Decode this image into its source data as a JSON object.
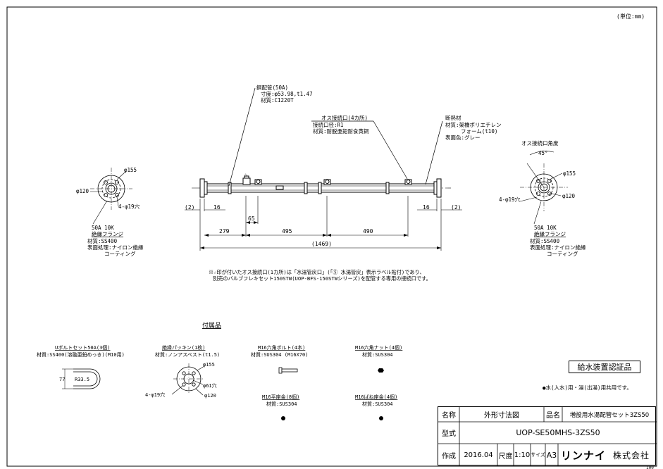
{
  "unit_note": "(単位:mm)",
  "labels": {
    "pipe_title": "銅配管(50A)",
    "pipe_size": "寸度:φ53.98,t1.47",
    "pipe_material": "材質:C1220T",
    "port_title": "オス接続口(4カ所)",
    "port_size": "接続口径:R1",
    "port_material": "材質:耐脱亜鉛耐食黄銅",
    "insul_title": "断熱材",
    "insul_material1": "材質:架橋ポリエチレン",
    "insul_material2": "フォーム(t10)",
    "insul_color": "表面色:グレー",
    "port_angle_title": "オス接続口角度",
    "angle": "45°",
    "phi155": "φ155",
    "phi120": "φ120",
    "holes": "4-φ19穴",
    "flange_title": "50A 10K",
    "flange_name": "絶縁フランジ",
    "flange_material": "材質:SS400",
    "flange_surface": "表面処理:ナイロン絶縁",
    "flange_coating": "コーティング",
    "note_line1": "※☆印が付いたオス接続口(1カ所)は「水湯管戻口」(「⑤ 水湯管戻」表示ラベル貼付)であり、",
    "note_line2": "別売のバルブフレキセット150STW(UOP-BFS-150STWシリーズ)を配管する専用の接続口です。",
    "accessories": "付属品",
    "star": "☆"
  },
  "dims": {
    "left_gap": "(2)",
    "right_gap": "(2)",
    "left_16": "16",
    "right_16": "16",
    "d65": "65",
    "d279": "279",
    "d495": "495",
    "d490": "490",
    "total": "(1469)"
  },
  "parts": {
    "ubolt_title": "Uボルトセット50A(3個)",
    "ubolt_material": "材質:SS400(溶融亜鉛めっき)(M10用)",
    "ubolt_dim1": "77",
    "ubolt_dim2": "R33.5",
    "gasket_title": "絶縁パッキン(1枚)",
    "gasket_material": "材質:ノンアスベスト(t1.5)",
    "gasket_155": "φ155",
    "gasket_61": "φ61穴",
    "gasket_120": "φ120",
    "gasket_holes": "4-φ19穴",
    "bolt_title": "M16六角ボルト(4本)",
    "bolt_material": "材質:SUS304 (M16X70)",
    "nut_title": "M16六角ナット(4個)",
    "nut_material": "材質:SUS304",
    "washer_title": "M16平座金(8個)",
    "washer_material": "材質:SUS304",
    "spring_title": "M16ばね座金(4個)",
    "spring_material": "材質:SUS304"
  },
  "certificate": "給水装置認証品",
  "usage_note": "●水(入水)用・湯(出湯)用共用です。",
  "title_block": {
    "name_label": "名称",
    "name_value": "外形寸法図",
    "product_label": "品名",
    "product_value": "増設用水湯配管セット3ZS50",
    "model_label": "型式",
    "model_value": "UOP-SE50MHS-3ZS50",
    "made_label": "作成",
    "made_value": "2016.04",
    "scale_label": "尺度",
    "scale_value": "1:10",
    "size_label": "サイズ",
    "size_value": "A3",
    "brand": "リンナイ",
    "company": "株式会社"
  },
  "page_number": "100"
}
